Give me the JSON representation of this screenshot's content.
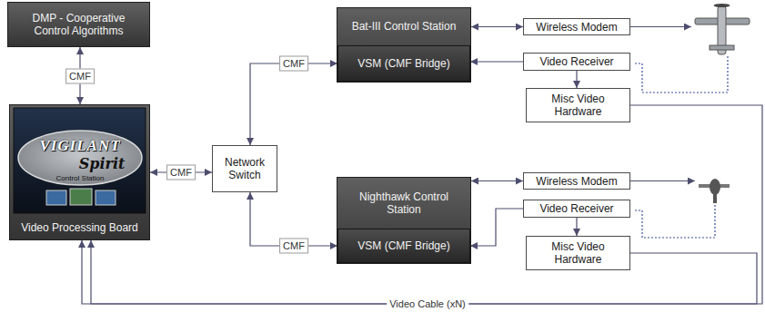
{
  "diagram": {
    "nodes": [
      {
        "text": [
          "DMP - Cooperative Control Algorithms"
        ]
      },
      {
        "text": [
          "VIGILANT",
          "Spirit",
          "Control Station",
          "Video Processing Board"
        ]
      },
      {
        "text": [
          "Network Switch"
        ]
      },
      {
        "text": [
          "Bat-III Control Station"
        ]
      },
      {
        "text": [
          "VSM (CMF Bridge)"
        ],
        "in": 3
      },
      {
        "text": [
          "Wireless Modem"
        ]
      },
      {
        "text": [
          "Video Receiver"
        ]
      },
      {
        "text": [
          "Misc Video Hardware"
        ]
      },
      {
        "text": [
          "Nighthawk Control Station"
        ]
      },
      {
        "text": [
          "VSM (CMF Bridge)"
        ],
        "in": 8
      },
      {
        "text": [
          "Wireless Modem"
        ]
      },
      {
        "text": [
          "Video Receiver"
        ]
      },
      {
        "text": [
          "Misc Video Hardware"
        ]
      }
    ],
    "edges": [
      {
        "from": 0,
        "to": 1,
        "label": "CMF",
        "arrow": "both"
      },
      {
        "from": 1,
        "to": 2,
        "label": "CMF",
        "arrow": "both"
      },
      {
        "from": 2,
        "to": 4,
        "label": "CMF",
        "arrow": "both"
      },
      {
        "from": 2,
        "to": 9,
        "label": "CMF",
        "arrow": "both"
      },
      {
        "from": 3,
        "to": 5,
        "arrow": "both"
      },
      {
        "from": 6,
        "to": 4,
        "arrow": "to"
      },
      {
        "from": 6,
        "to": 7,
        "arrow": "to"
      },
      {
        "from": 8,
        "to": 10,
        "arrow": "both"
      },
      {
        "from": 11,
        "to": 9,
        "arrow": "to"
      },
      {
        "from": 11,
        "to": 12,
        "arrow": "to"
      },
      {
        "from": 7,
        "to": 1,
        "label": "Video Cable (xN)",
        "arrow": "to"
      },
      {
        "from": 12,
        "to": 1,
        "arrow": "to"
      }
    ]
  }
}
